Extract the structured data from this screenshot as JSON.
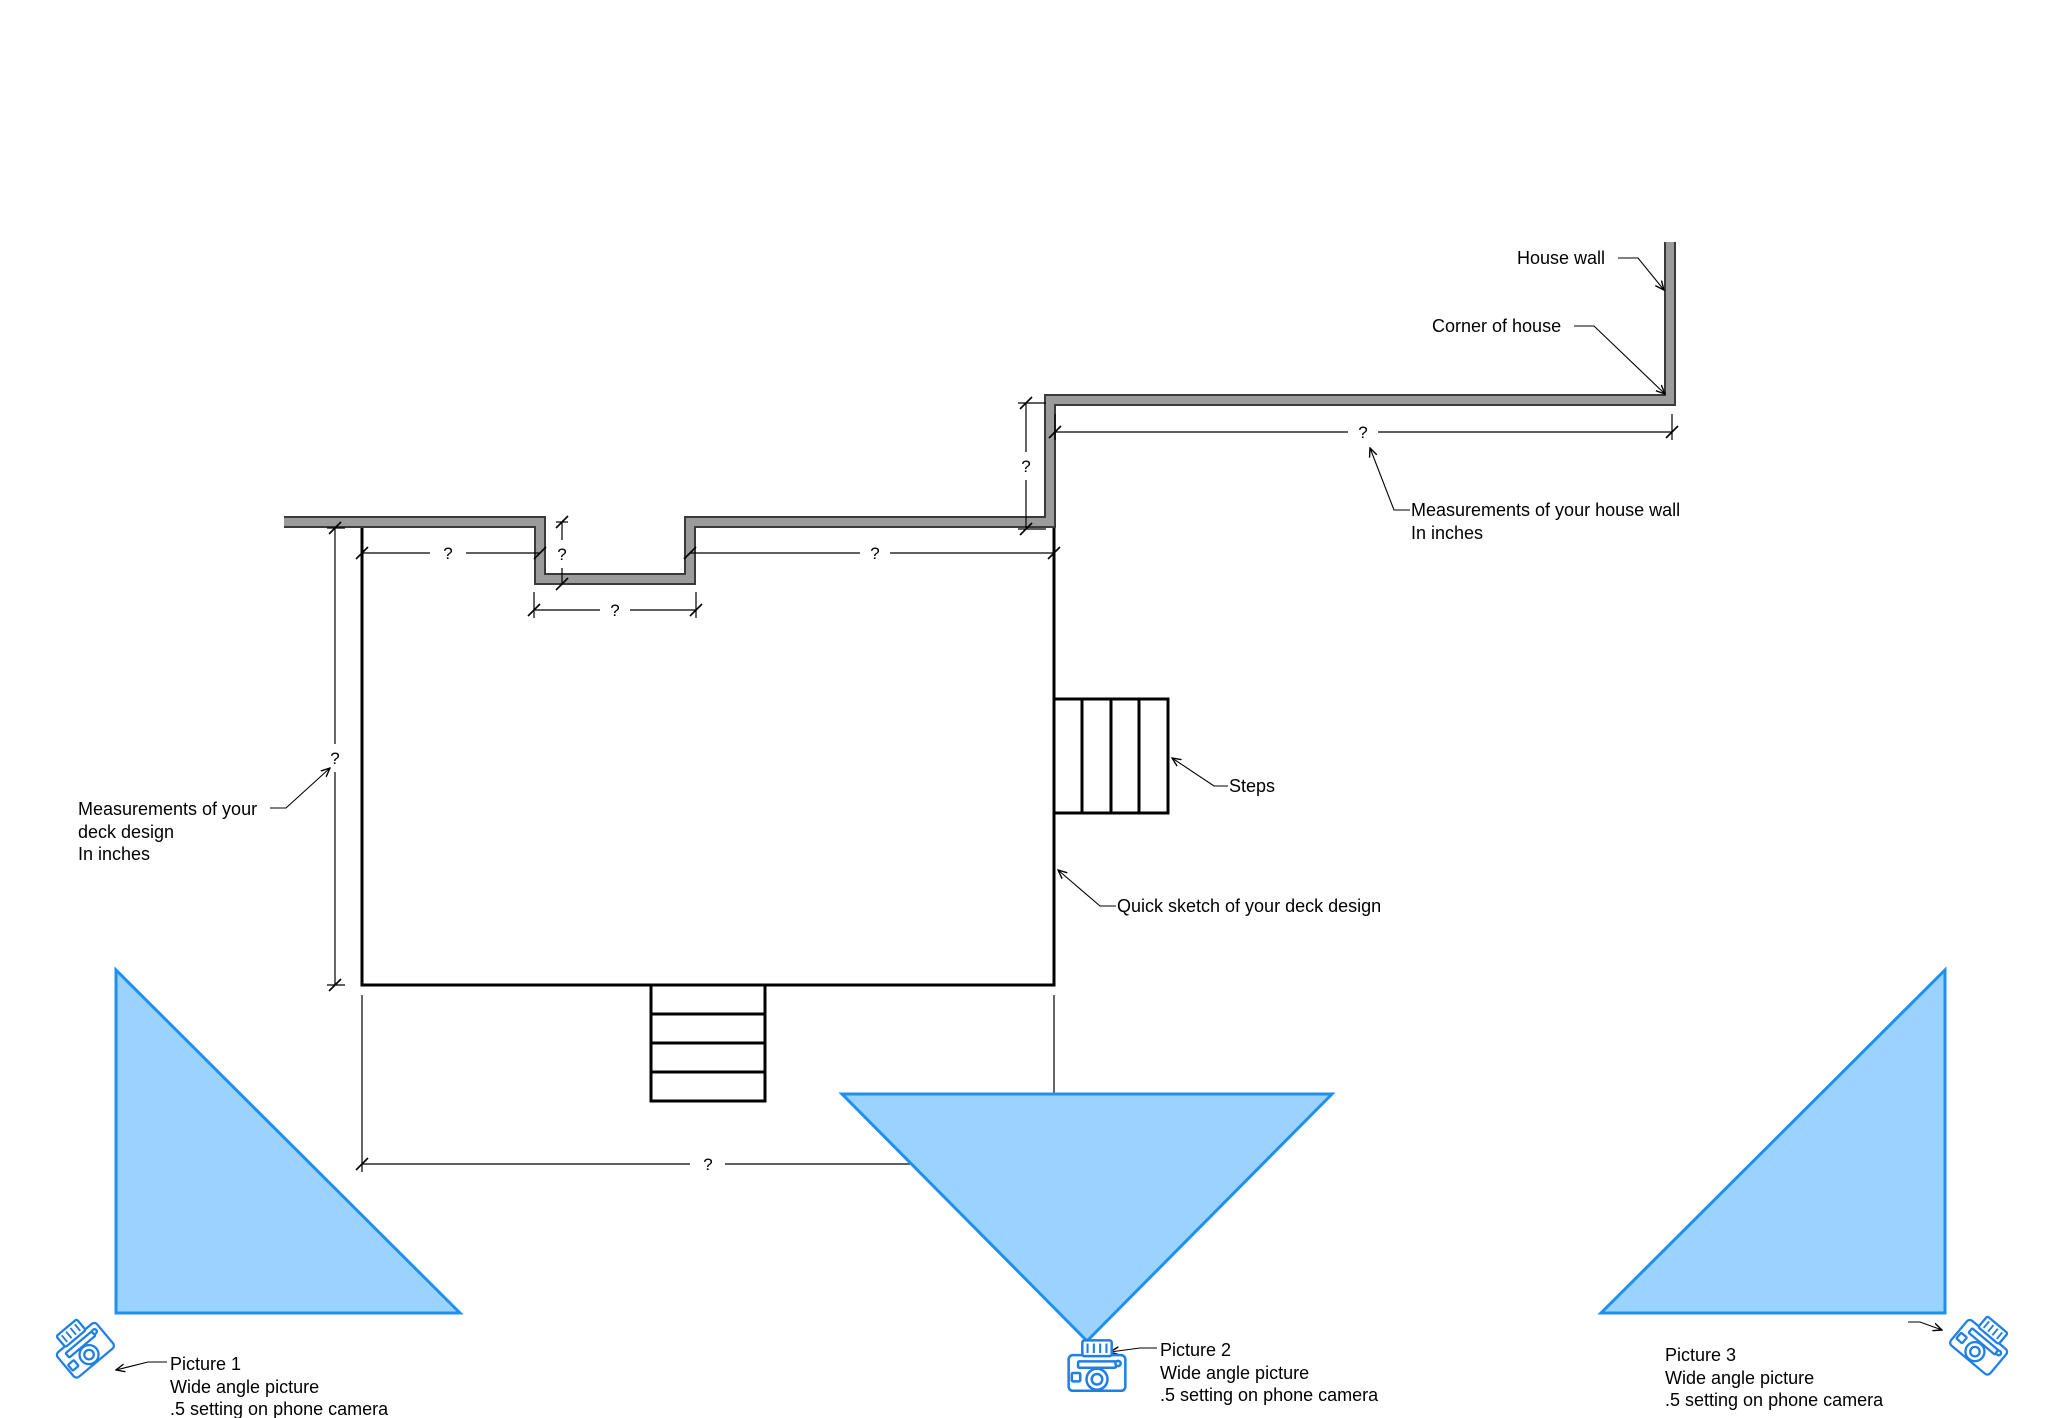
{
  "labels": {
    "house_wall": "House wall",
    "corner_of_house": "Corner of house",
    "wall_measure_1": "Measurements of your house wall",
    "wall_measure_2": "In inches",
    "steps": "Steps",
    "sketch": "Quick sketch of your deck design",
    "deck_measure_1": "Measurements of your",
    "deck_measure_2": "deck design",
    "deck_measure_3": "In inches",
    "unknown": "?"
  },
  "pictures": [
    {
      "title": "Picture 1",
      "line1": "Wide angle picture",
      "line2": ".5 setting on phone camera"
    },
    {
      "title": "Picture 2",
      "line1": "Wide angle picture",
      "line2": ".5 setting on phone camera"
    },
    {
      "title": "Picture 3",
      "line1": "Wide angle picture",
      "line2": ".5 setting on phone camera"
    }
  ],
  "colors": {
    "view_fill": "#9ad3fd",
    "view_stroke": "#1f8ff0",
    "camera": "#1f7fe6",
    "wall_fill": "#9b9b9b",
    "wall_outline": "#3a3a3a"
  },
  "icons": [
    "camera-icon"
  ]
}
